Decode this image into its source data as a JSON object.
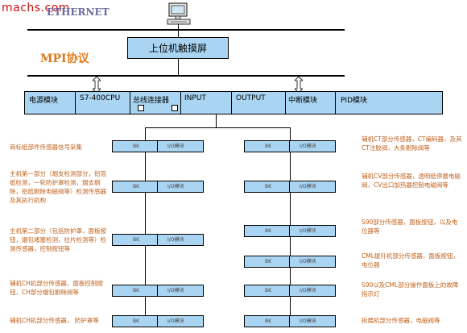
{
  "watermark": "machs.com",
  "network": {
    "ethernet_label": "ETHERNET",
    "mpi_label": "MPI协议",
    "hmi_label": "上位机触摸屏"
  },
  "rack": {
    "modules": [
      "电源模块",
      "S7-400CPU",
      "总线连接器",
      "INPUT",
      "OUTPUT",
      "中断模块",
      "PID模块"
    ]
  },
  "module_labels": {
    "bk": "BK",
    "io": "I/O模块"
  },
  "left_descriptions": [
    "商标纸部件传感器信号采集",
    "主机第一部分（烟支检测部分，铝箔纸检测，一轮防护罩检测，烟支剔除，铝纸剔除电磁阀等）检测传感器及其执行机构",
    "主机第二部分（包括防护罩，面板按钮，烟包堵塞检测，拉片检测等）检测传感器，控制按钮等",
    "辅机CH机部分传感器，面板控制按钮，CH部分烟包剔除阀等",
    "辅机CH机部分传感器，  防护罩等"
  ],
  "right_descriptions": [
    "辅机CT部分传感器，CT编码器，及其CT注胶阀，大条剔除阀等",
    "辅机CV部分传感器，透明纸停展电磁阀，CV出口加热器控制电磁阀等",
    "S90部分传感器，面板按钮，以及电位器等",
    "CML提升机部分传感器，面板按钮，电位器",
    "S90以及CML部分操作面板上的故障指示灯",
    "拆展机部分传感器，电磁阀等"
  ]
}
